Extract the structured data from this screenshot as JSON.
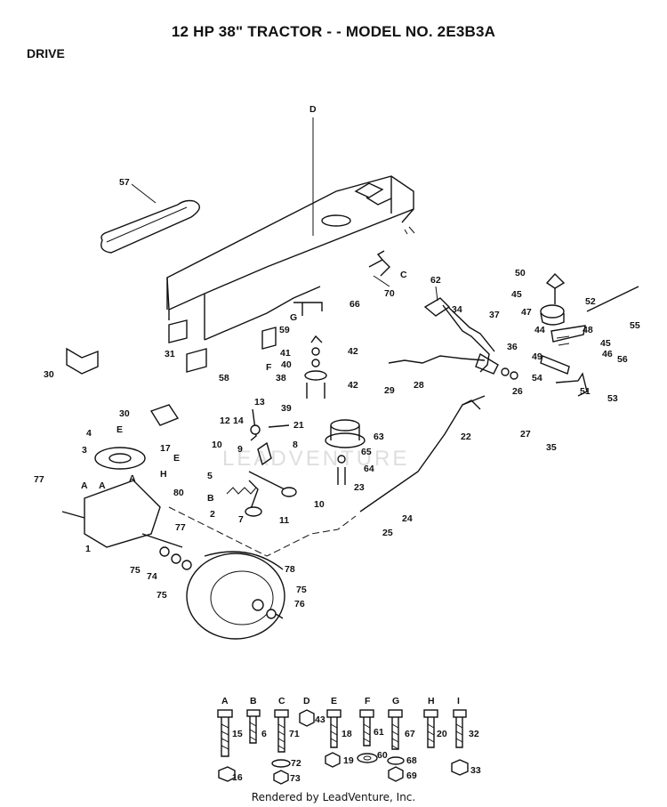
{
  "title": "12 HP 38\" TRACTOR - - MODEL NO.  2E3B3A",
  "section": "DRIVE",
  "footer": "Rendered by LeadVenture, Inc.",
  "watermark": "LEADVENTURE",
  "callouts": [
    {
      "id": "D",
      "text": "D"
    },
    {
      "id": "57",
      "text": "57"
    },
    {
      "id": "70",
      "text": "70"
    },
    {
      "id": "C",
      "text": "C"
    },
    {
      "id": "62",
      "text": "62"
    },
    {
      "id": "34",
      "text": "34"
    },
    {
      "id": "37",
      "text": "37"
    },
    {
      "id": "50",
      "text": "50"
    },
    {
      "id": "45a",
      "text": "45"
    },
    {
      "id": "52",
      "text": "52"
    },
    {
      "id": "47",
      "text": "47"
    },
    {
      "id": "55",
      "text": "55"
    },
    {
      "id": "44",
      "text": "44"
    },
    {
      "id": "48",
      "text": "48"
    },
    {
      "id": "45b",
      "text": "45"
    },
    {
      "id": "46",
      "text": "46"
    },
    {
      "id": "49",
      "text": "49"
    },
    {
      "id": "56",
      "text": "56"
    },
    {
      "id": "36",
      "text": "36"
    },
    {
      "id": "54",
      "text": "54"
    },
    {
      "id": "51",
      "text": "51"
    },
    {
      "id": "53",
      "text": "53"
    },
    {
      "id": "26",
      "text": "26"
    },
    {
      "id": "27",
      "text": "27"
    },
    {
      "id": "35",
      "text": "35"
    },
    {
      "id": "66",
      "text": "66"
    },
    {
      "id": "G",
      "text": "G"
    },
    {
      "id": "59",
      "text": "59"
    },
    {
      "id": "F",
      "text": "F"
    },
    {
      "id": "41",
      "text": "41"
    },
    {
      "id": "42a",
      "text": "42"
    },
    {
      "id": "40",
      "text": "40"
    },
    {
      "id": "38",
      "text": "38"
    },
    {
      "id": "42b",
      "text": "42"
    },
    {
      "id": "29",
      "text": "29"
    },
    {
      "id": "28",
      "text": "28"
    },
    {
      "id": "31",
      "text": "31"
    },
    {
      "id": "58",
      "text": "58"
    },
    {
      "id": "30a",
      "text": "30"
    },
    {
      "id": "13",
      "text": "13"
    },
    {
      "id": "12",
      "text": "12"
    },
    {
      "id": "14",
      "text": "14"
    },
    {
      "id": "39",
      "text": "39"
    },
    {
      "id": "21",
      "text": "21"
    },
    {
      "id": "8",
      "text": "8"
    },
    {
      "id": "63",
      "text": "63"
    },
    {
      "id": "22",
      "text": "22"
    },
    {
      "id": "30b",
      "text": "30"
    },
    {
      "id": "4",
      "text": "4"
    },
    {
      "id": "E1",
      "text": "E"
    },
    {
      "id": "17",
      "text": "17"
    },
    {
      "id": "3",
      "text": "3"
    },
    {
      "id": "E2",
      "text": "E"
    },
    {
      "id": "H",
      "text": "H"
    },
    {
      "id": "5",
      "text": "5"
    },
    {
      "id": "10a",
      "text": "10"
    },
    {
      "id": "9",
      "text": "9"
    },
    {
      "id": "65",
      "text": "65"
    },
    {
      "id": "64",
      "text": "64"
    },
    {
      "id": "77a",
      "text": "77"
    },
    {
      "id": "Aa",
      "text": "A"
    },
    {
      "id": "Ab",
      "text": "A"
    },
    {
      "id": "Ac",
      "text": "A"
    },
    {
      "id": "80",
      "text": "80"
    },
    {
      "id": "B",
      "text": "B"
    },
    {
      "id": "2",
      "text": "2"
    },
    {
      "id": "7",
      "text": "7"
    },
    {
      "id": "10b",
      "text": "10"
    },
    {
      "id": "11",
      "text": "11"
    },
    {
      "id": "23",
      "text": "23"
    },
    {
      "id": "24",
      "text": "24"
    },
    {
      "id": "25",
      "text": "25"
    },
    {
      "id": "77b",
      "text": "77"
    },
    {
      "id": "1",
      "text": "1"
    },
    {
      "id": "75a",
      "text": "75"
    },
    {
      "id": "74",
      "text": "74"
    },
    {
      "id": "75b",
      "text": "75"
    },
    {
      "id": "78",
      "text": "78"
    },
    {
      "id": "75c",
      "text": "75"
    },
    {
      "id": "76",
      "text": "76"
    }
  ],
  "hardware": [
    {
      "letter": "A",
      "bolt": "15",
      "nut": "16"
    },
    {
      "letter": "B",
      "bolt": "6"
    },
    {
      "letter": "C",
      "bolt": "71",
      "washer": "72",
      "nut": "73"
    },
    {
      "letter": "D",
      "nut": "43"
    },
    {
      "letter": "E",
      "bolt": "18",
      "nut": "19"
    },
    {
      "letter": "F",
      "bolt": "61",
      "washer": "60"
    },
    {
      "letter": "G",
      "bolt": "67",
      "washer": "68",
      "nut": "69"
    },
    {
      "letter": "H",
      "bolt": "20"
    },
    {
      "letter": "I",
      "bolt": "32",
      "nut": "33"
    }
  ]
}
